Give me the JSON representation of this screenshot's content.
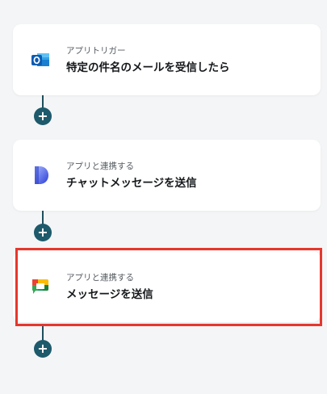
{
  "flow": {
    "steps": [
      {
        "sub_label": "アプリトリガー",
        "title": "特定の件名のメールを受信したら",
        "icon": "outlook-icon"
      },
      {
        "sub_label": "アプリと連携する",
        "title": "チャットメッセージを送信",
        "icon": "dialpad-icon"
      },
      {
        "sub_label": "アプリと連携する",
        "title": "メッセージを送信",
        "icon": "google-chat-icon"
      }
    ],
    "add_step_symbol": "+",
    "selected_step": 3
  },
  "colors": {
    "connector": "#1d5a6b",
    "selection": "#e5372d",
    "background": "#f4f5f7"
  }
}
